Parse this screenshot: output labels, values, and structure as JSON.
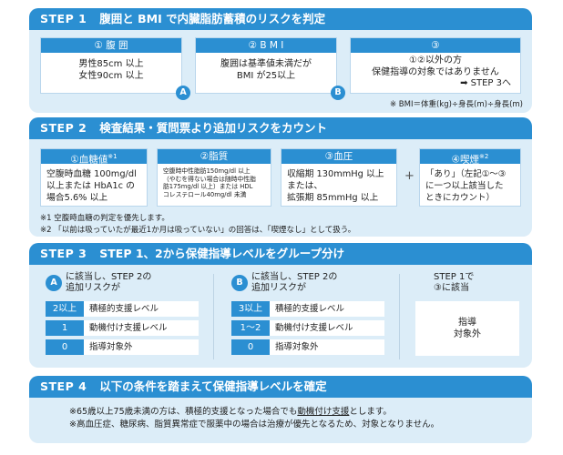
{
  "step1": {
    "num": "STEP 1",
    "title": "腹囲と BMI で内臓脂肪蓄積のリスクを判定",
    "boxes": [
      {
        "head": "① 腹 囲",
        "line1": "男性85cm 以上",
        "line2": "女性90cm 以上",
        "badge": "A"
      },
      {
        "head": "② B M I",
        "line1": "腹囲は基準値未満だが",
        "line2": "BMI が25以上",
        "badge": "B"
      },
      {
        "head": "③",
        "line1": "①②以外の方",
        "line2": "保健指導の対象ではありません",
        "line3": "➡ STEP 3へ"
      }
    ],
    "note": "※ BMI＝体重(kg)÷身長(m)÷身長(m)"
  },
  "step2": {
    "num": "STEP 2",
    "title": "検査結果・質問票より追加リスクをカウント",
    "boxes": [
      {
        "head": "①血糖値",
        "sup": "※1",
        "lines": [
          "空腹時血糖 100mg/dl",
          "以上または HbA1c の",
          "場合5.6% 以上"
        ]
      },
      {
        "head": "②脂質",
        "lines": [
          "空腹時中性脂肪150mg/dl 以上",
          "（やむを得ない場合は随時中性脂",
          "肪175mg/dl 以上）または HDL",
          "コレステロール40mg/dl 未満"
        ]
      },
      {
        "head": "③血圧",
        "lines": [
          "収縮期 130mmHg 以上",
          "または、",
          "拡張期 85mmHg 以上"
        ]
      },
      {
        "head": "④喫煙",
        "sup": "※2",
        "lines": [
          "「あり」（左記①〜③",
          "に一つ以上該当した",
          "ときにカウント）"
        ]
      }
    ],
    "plus": "+",
    "notes": [
      "※1 空腹時血糖の判定を優先します。",
      "※2 「以前は吸っていたが最近1か月は吸っていない」の回答は、「喫煙なし」として扱う。"
    ]
  },
  "step3": {
    "num": "STEP 3",
    "title": "STEP 1、2から保健指導レベルをグループ分け",
    "groupA": {
      "badge": "A",
      "line1": "に該当し、STEP 2の",
      "line2": "追加リスクが",
      "rows": [
        {
          "num": "2以上",
          "label": "積極的支援レベル"
        },
        {
          "num": "1",
          "label": "動機付け支援レベル"
        },
        {
          "num": "0",
          "label": "指導対象外"
        }
      ]
    },
    "groupB": {
      "badge": "B",
      "line1": "に該当し、STEP 2の",
      "line2": "追加リスクが",
      "rows": [
        {
          "num": "3以上",
          "label": "積極的支援レベル"
        },
        {
          "num": "1〜2",
          "label": "動機付け支援レベル"
        },
        {
          "num": "0",
          "label": "指導対象外"
        }
      ]
    },
    "groupC": {
      "line1": "STEP 1で",
      "line2": "③に該当",
      "box1": "指導",
      "box2": "対象外"
    }
  },
  "step4": {
    "num": "STEP 4",
    "title": "以下の条件を踏まえて保健指導レベルを確定",
    "line1_pre": "※65歳以上75歳未満の方は、積極的支援となった場合でも",
    "line1_ul": "動機付け支援",
    "line1_post": "とします。",
    "line2": "※高血圧症、糖尿病、脂質異常症で服薬中の場合は治療が優先となるため、対象となりません。"
  }
}
